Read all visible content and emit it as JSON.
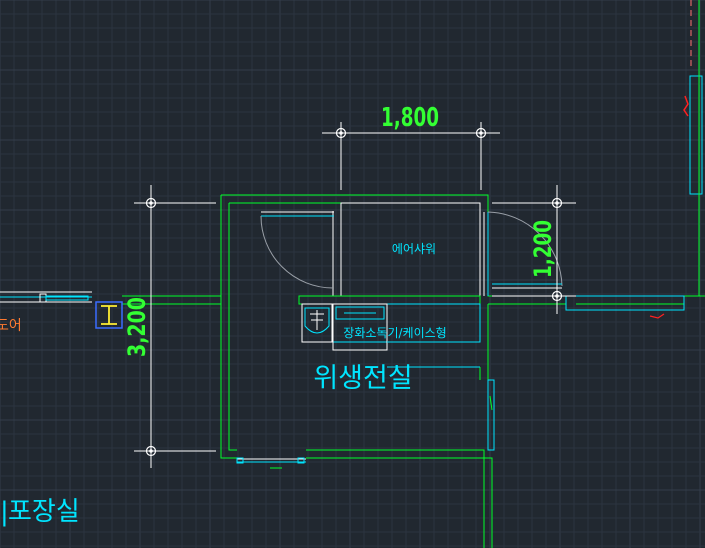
{
  "colors": {
    "background": "#212830",
    "grid": "#2c3440",
    "grid_major": "#343d4a",
    "wall": "#00ff2a",
    "cyan": "#00e5ff",
    "white": "#ffffff",
    "dim_text": "#33ff33",
    "red": "#ff2020",
    "orange": "#ff7a30",
    "yellow": "#ffee33",
    "blue": "#3a6cff"
  },
  "dimensions": {
    "top": "1,800",
    "right": "1,200",
    "left": "3,200"
  },
  "rooms": {
    "sanitation": "위생전실",
    "packing": "포장실",
    "packing_prefix": "|"
  },
  "fixtures": {
    "air_shower": "에어샤워",
    "shoe_cabinet": "장화소독기/케이스형"
  },
  "side_labels": {
    "door": "도어"
  },
  "icons": {
    "column": "i-beam-icon",
    "sink": "sink-icon",
    "dimension_node": "dimension-node-icon"
  }
}
